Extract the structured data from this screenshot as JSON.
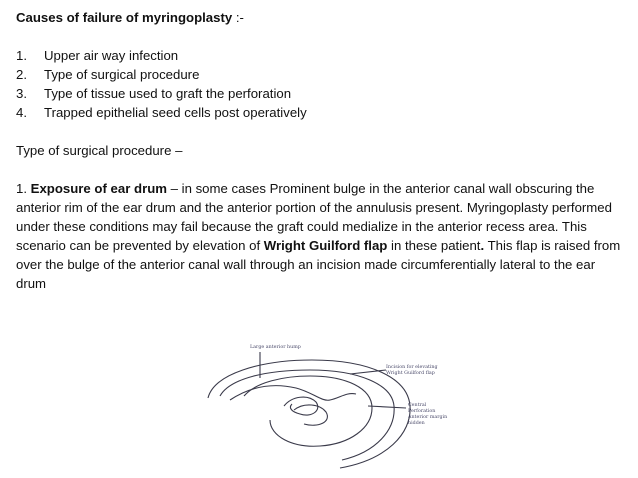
{
  "heading": {
    "title": "Causes of failure of myringoplasty",
    "suffix": " :-"
  },
  "causes": [
    {
      "number": "1.",
      "text": "Upper air way infection"
    },
    {
      "number": "2.",
      "text": "Type of surgical procedure"
    },
    {
      "number": "3.",
      "text": "Type of tissue used to graft the perforation"
    },
    {
      "number": "4.",
      "text": "Trapped epithelial seed cells post operatively"
    }
  ],
  "subheading": "Type of surgical procedure –",
  "paragraph": {
    "lead_number": " 1. ",
    "lead_bold": "Exposure of ear drum",
    "part1": " – in some cases Prominent bulge in the anterior canal wall obscuring the anterior rim of the ear drum and the anterior portion of the annulusis present.  Myringoplasty performed under these conditions may fail because the graft could medialize in the anterior recess area. This scenario can be prevented  by elevation of ",
    "flap_bold": "Wright Guilford flap",
    "part2": " in these patient",
    "period_bold": ".",
    "part3": " This flap is raised from over the bulge of the anterior canal wall through an incision made circumferentially  lateral to the ear drum"
  },
  "diagram": {
    "label_top": "Large anterior hump",
    "label_incision_1": "Incision for elevating",
    "label_incision_2": "Wright Guilford flap",
    "label_canal_1": "Central",
    "label_canal_2": "Perforation",
    "label_canal_3": "Anterior margin",
    "label_canal_4": "hidden",
    "line_color": "#3a3a4a"
  }
}
